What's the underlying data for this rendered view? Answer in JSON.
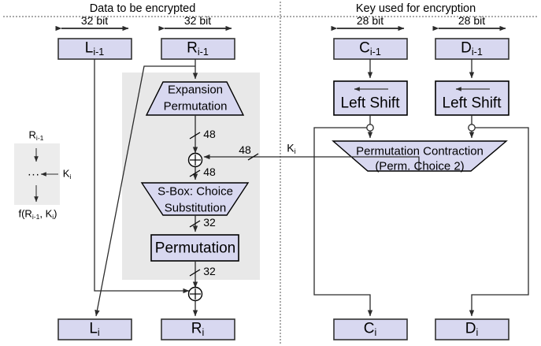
{
  "diagram": {
    "title_left": "Data to be encrypted",
    "title_right": "Key used for encryption",
    "widths": {
      "data_left": "32 bit",
      "data_right": "32 bit",
      "key_left": "28 bit",
      "key_right": "28 bit"
    },
    "colors": {
      "shape_fill": "#d8d8f0",
      "shape_stroke": "#000000",
      "panel_fill": "#e8e8e8",
      "line": "#3a3a3a",
      "divider": "#808080",
      "background": "#ffffff"
    },
    "boxes": {
      "top_left": "L",
      "top_left_sub": "i-1",
      "top_right": "R",
      "top_right_sub": "i-1",
      "key_top_left": "C",
      "key_top_left_sub": "i-1",
      "key_top_right": "D",
      "key_top_right_sub": "i-1",
      "bottom_left": "L",
      "bottom_left_sub": "i",
      "bottom_right": "R",
      "bottom_right_sub": "i",
      "key_bottom_left": "C",
      "key_bottom_left_sub": "i",
      "key_bottom_right": "D",
      "key_bottom_right_sub": "i"
    },
    "shapes": {
      "expansion_line1": "Expansion",
      "expansion_line2": "Permutation",
      "sbox_line1": "S-Box: Choice",
      "sbox_line2": "Substitution",
      "permutation": "Permutation",
      "left_shift_1": "Left Shift",
      "left_shift_2": "Left Shift",
      "contraction_line1": "Permutation Contraction",
      "contraction_line2": "(Perm. Choice 2)"
    },
    "bit_labels": {
      "expansion_out": "48",
      "key_in": "48",
      "xor_out": "48",
      "sbox_out": "32",
      "perm_out": "32"
    },
    "key_label": "K",
    "key_label_sub": "i",
    "inset": {
      "top": "R",
      "top_sub": "i-1",
      "dots": "...",
      "key": "K",
      "key_sub": "i",
      "result_prefix": "f(R",
      "result_sub1": "i-1",
      "result_mid": ", K",
      "result_sub2": "i",
      "result_suffix": ")"
    }
  }
}
